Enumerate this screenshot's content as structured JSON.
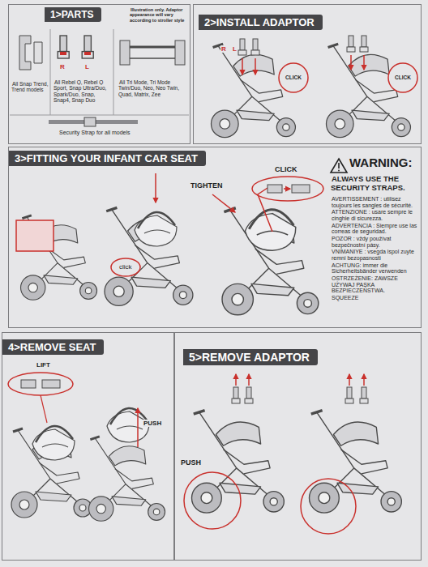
{
  "diagram": {
    "nodes": [
      {
        "text": [
          "1>PARTS"
        ]
      },
      {
        "text": [
          "2>INSTALL ADAPTOR"
        ]
      },
      {
        "text": [
          "3>FITTING YOUR INFANT CAR SEAT"
        ]
      },
      {
        "text": [
          "4>REMOVE SEAT"
        ]
      },
      {
        "text": [
          "5>REMOVE ADAPTOR"
        ]
      }
    ],
    "labels": [
      "Illustration only. Adaptor appearance will vary according to stroller style",
      "R",
      "L",
      "All Snap Trend, Trend models",
      "All Rebel Q, Rebel Q Sport, Snap Ultra/Duo, Spark/Duo, Snap, Snap4, Snap Duo",
      "All Tri Mode, Tri Mode Twin/Duo, Neo, Neo Twin, Quad, Matrix, Zee",
      "Security Strap for all models",
      "R",
      "L",
      "CLICK",
      "CLICK",
      "click",
      "TIGHTEN",
      "CLICK",
      "WARNING:",
      "ALWAYS USE THE SECURITY STRAPS.",
      "AVERTISSEMENT : utilisez toujours les sangles de sécurité.",
      "ATTENZIONE : usare sempre le cinghie di sicurezza.",
      "ADVERTENCIA : Siempre use las correas de seguridad.",
      "POZOR : vždy používat bezpečnostní pásy.",
      "VNIMANIYE : vsegda ispol zuyte remni bezopasnosti",
      "ACHTUNG: immer die Sicherheitsbänder verwenden",
      "OSTRZEŻENIE: ZAWSZE UŻYWAJ PASKA BEZPIECZEŃSTWA.",
      "SQUEEZE",
      "LIFT",
      "PUSH",
      "PUSH"
    ]
  }
}
